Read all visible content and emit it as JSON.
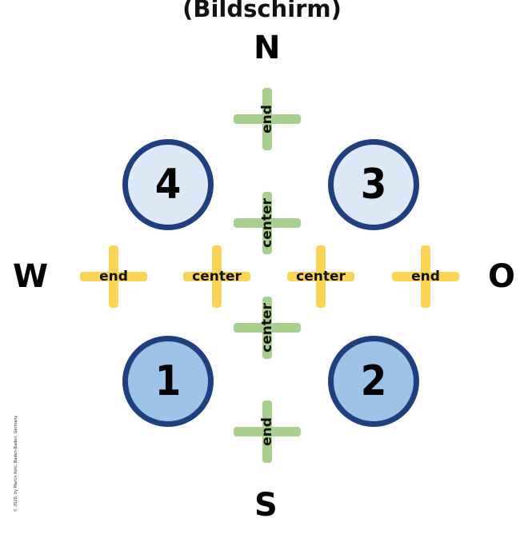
{
  "title": "(Bildschirm)",
  "compass": {
    "north": "N",
    "south": "S",
    "west": "W",
    "east": "O"
  },
  "zones": [
    {
      "number": "4",
      "fill": "#dde9f6"
    },
    {
      "number": "3",
      "fill": "#dde9f6"
    },
    {
      "number": "1",
      "fill": "#9dc3e6"
    },
    {
      "number": "2",
      "fill": "#9dc3e6"
    }
  ],
  "markers": {
    "north_end": "end",
    "north_center": "center",
    "south_center": "center",
    "south_end": "end",
    "west_end": "end",
    "west_center": "center",
    "east_center": "center",
    "east_end": "end"
  },
  "colors": {
    "circle_border": "#1f3f7f",
    "vertical_axis_marker": "#a8cf8d",
    "horizontal_axis_marker": "#fbd455"
  },
  "copyright": "© 2020, by Martin Kohl, Baden-Baden, Germany"
}
